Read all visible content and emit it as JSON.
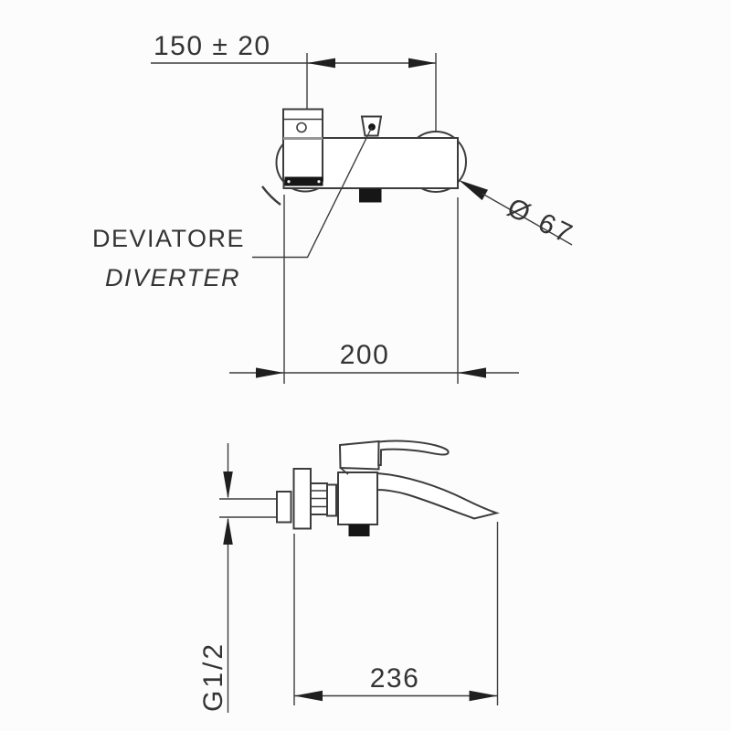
{
  "drawing": {
    "kind": "technical dimension drawing",
    "subject": "wall-mounted bath mixer tap with diverter and curved spout",
    "views": [
      "front view (top drawing)",
      "side view (bottom drawing)"
    ],
    "colors": {
      "line": "#3c3c3c",
      "background": "#fcfcfc",
      "solid_fill": "#161616"
    }
  },
  "labels": {
    "dim_center_distance": "150 ± 20",
    "dim_body_length": "200",
    "dim_flange_diameter": "Ø 67",
    "dim_spout_projection": "236",
    "dim_thread": "G1/2",
    "callout_it": "DEVIATORE",
    "callout_en": "DIVERTER"
  },
  "dimensions_summary": [
    {
      "label": "150 ± 20",
      "applies_to": "distance between wall supply connections"
    },
    {
      "label": "200",
      "applies_to": "mixer body width"
    },
    {
      "label": "Ø 67",
      "applies_to": "wall flange diameter"
    },
    {
      "label": "236",
      "applies_to": "spout projection from wall"
    },
    {
      "label": "G1/2",
      "applies_to": "supply thread size"
    }
  ]
}
